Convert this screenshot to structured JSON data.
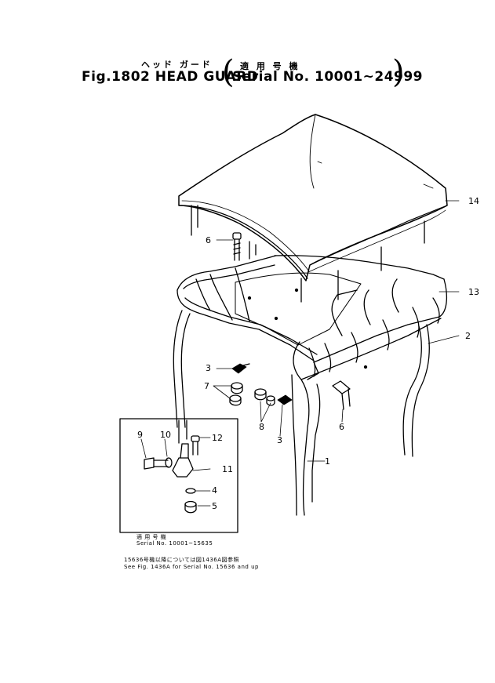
{
  "header": {
    "title_jp": "ヘッド ガード",
    "figure": "Fig.1802 HEAD GUARD",
    "serial_jp": "適 用 号 機",
    "serial": "Serial No. 10001~24999"
  },
  "callouts": [
    "1",
    "2",
    "3",
    "3",
    "4",
    "5",
    "6",
    "6",
    "7",
    "8",
    "9",
    "10",
    "11",
    "12",
    "13",
    "14"
  ],
  "inset": {
    "serial_jp": "適 用 号 機",
    "serial": "Serial No. 10001~15635"
  },
  "footnote": {
    "jp": "15636号機以降については図1436A図参照",
    "en": "See Fig. 1436A for Serial No. 15636 and up"
  },
  "colors": {
    "ink": "#000000",
    "paper": "#ffffff"
  }
}
